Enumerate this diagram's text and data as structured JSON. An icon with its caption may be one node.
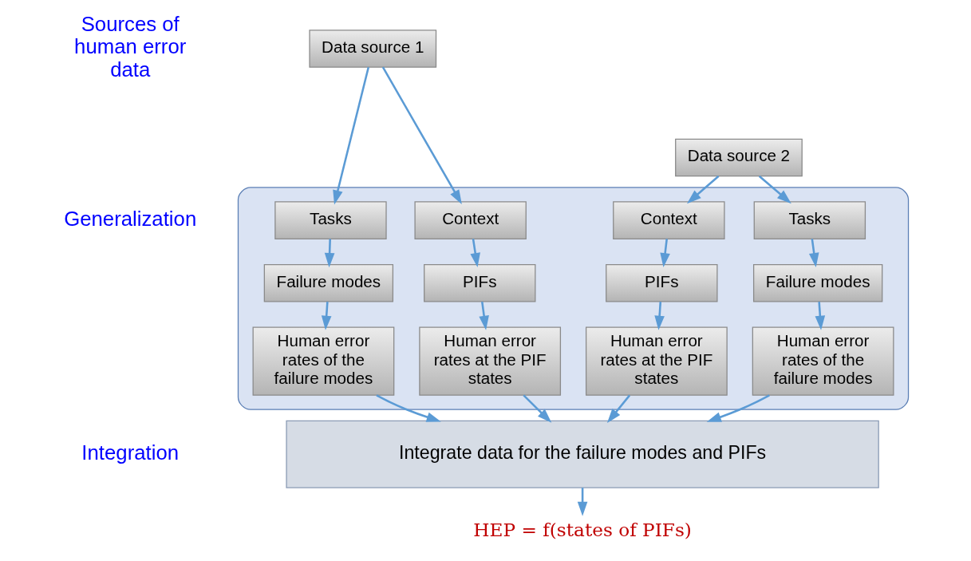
{
  "diagram": {
    "nodes": [
      {
        "text": [
          "Data source 1"
        ]
      },
      {
        "text": [
          "Data source 2"
        ]
      },
      {
        "text": [],
        "shape": "box"
      },
      {
        "text": [
          "Tasks"
        ],
        "in": 2
      },
      {
        "text": [
          "Context"
        ],
        "in": 2
      },
      {
        "text": [
          "Tasks"
        ],
        "in": 2
      },
      {
        "text": [
          "Context"
        ],
        "in": 2
      },
      {
        "text": [
          "Failure modes"
        ],
        "in": 2
      },
      {
        "text": [
          "PIFs"
        ],
        "in": 2
      },
      {
        "text": [
          "Failure modes"
        ],
        "in": 2
      },
      {
        "text": [
          "PIFs"
        ],
        "in": 2
      },
      {
        "text": [
          "Human error rates of the failure modes"
        ],
        "in": 2
      },
      {
        "text": [
          "Human error rates at the PIF states"
        ],
        "in": 2
      },
      {
        "text": [
          "Human error rates of the failure modes"
        ],
        "in": 2
      },
      {
        "text": [
          "Human error rates at the PIF states"
        ],
        "in": 2
      },
      {
        "text": [
          "Integrate data for the failure modes and PIFs"
        ]
      },
      {
        "text": [
          "HEP = f(states of PIFs)"
        ]
      }
    ],
    "edges": [
      {
        "from": 0,
        "to": 3,
        "arrow": "to"
      },
      {
        "from": 0,
        "to": 4,
        "arrow": "to"
      },
      {
        "from": 1,
        "to": 5,
        "arrow": "to"
      },
      {
        "from": 1,
        "to": 6,
        "arrow": "to"
      },
      {
        "from": 3,
        "to": 7,
        "arrow": "to"
      },
      {
        "from": 4,
        "to": 8,
        "arrow": "to"
      },
      {
        "from": 5,
        "to": 9,
        "arrow": "to"
      },
      {
        "from": 6,
        "to": 10,
        "arrow": "to"
      },
      {
        "from": 7,
        "to": 11,
        "arrow": "to"
      },
      {
        "from": 8,
        "to": 12,
        "arrow": "to"
      },
      {
        "from": 9,
        "to": 13,
        "arrow": "to"
      },
      {
        "from": 10,
        "to": 14,
        "arrow": "to"
      },
      {
        "from": 11,
        "to": 15,
        "arrow": "to"
      },
      {
        "from": 12,
        "to": 15,
        "arrow": "to"
      },
      {
        "from": 13,
        "to": 15,
        "arrow": "to"
      },
      {
        "from": 14,
        "to": 15,
        "arrow": "to"
      },
      {
        "from": 15,
        "to": 16,
        "arrow": "to"
      }
    ],
    "labels": [
      "Sources of human error data",
      "Generalization",
      "Integration"
    ]
  }
}
